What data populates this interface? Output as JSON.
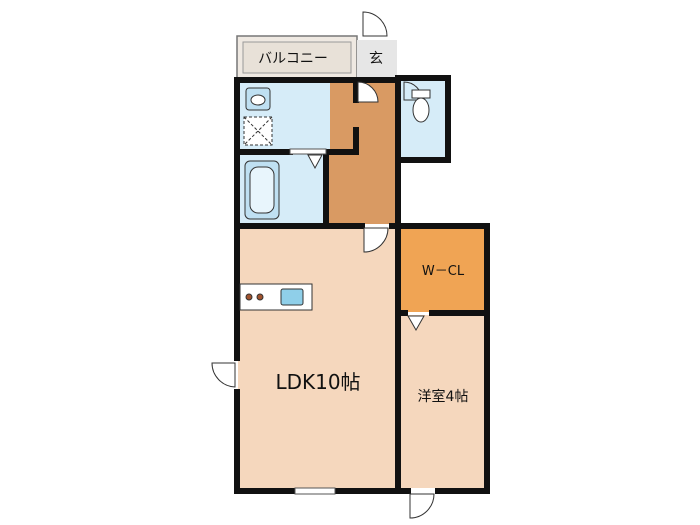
{
  "floorplan": {
    "rooms": {
      "balcony": {
        "label": "バルコニー"
      },
      "entrance": {
        "label": "玄"
      },
      "wcl": {
        "label": "W－CL"
      },
      "ldk": {
        "label": "LDK10帖"
      },
      "western_room": {
        "label": "洋室4帖"
      }
    },
    "colors": {
      "wall": "#111111",
      "wet_area": "#d6ecf8",
      "hallway": "#d99a63",
      "closet": "#f0a454",
      "room_floor": "#f5d7bd",
      "balcony": "#eee8e0"
    }
  }
}
